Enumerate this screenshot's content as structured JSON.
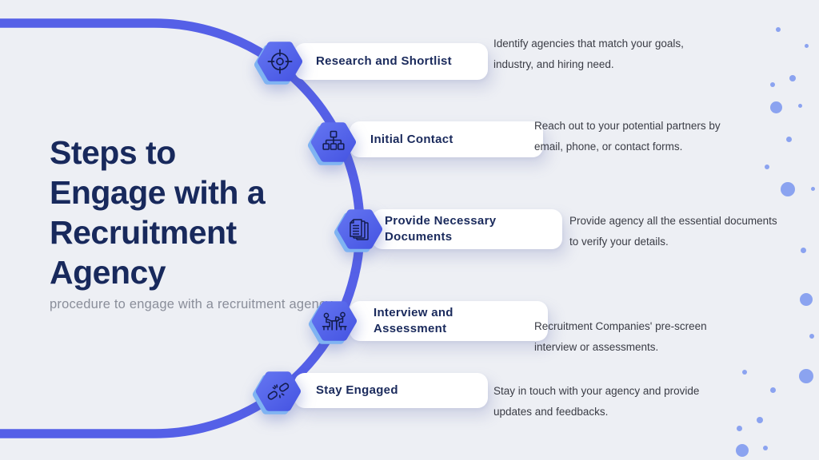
{
  "hero": {
    "title_lines": [
      "Steps to",
      "Engage with a",
      "Recruitment",
      "Agency"
    ],
    "subtitle": "procedure to engage with a recruitment agency"
  },
  "steps": [
    {
      "icon": "target-icon",
      "title_lines": [
        "Research and Shortlist"
      ],
      "desc_lines": [
        "Identify agencies that match your goals,",
        "industry, and hiring need."
      ]
    },
    {
      "icon": "org-chart-icon",
      "title_lines": [
        "Initial Contact"
      ],
      "desc_lines": [
        "Reach out to your potential partners by",
        "email, phone, or contact forms."
      ]
    },
    {
      "icon": "documents-icon",
      "title_lines": [
        "Provide Necessary",
        "Documents"
      ],
      "desc_lines": [
        "Provide agency all the essential documents",
        "to verify your details."
      ]
    },
    {
      "icon": "interview-icon",
      "title_lines": [
        "Interview and",
        "Assessment"
      ],
      "desc_lines": [
        "Recruitment Companies' pre-screen",
        "interview or assessments."
      ]
    },
    {
      "icon": "broken-link-icon",
      "title_lines": [
        "Stay Engaged"
      ],
      "desc_lines": [
        "Stay in touch with your agency and provide",
        "updates and feedbacks."
      ]
    }
  ],
  "colors": {
    "background": "#EDEFF4",
    "curve_blue": "#5560E7",
    "hexagon_blue": "#5362E8",
    "hexagon_accent": "#7FB3F2",
    "title_navy": "#18295C",
    "pill_text_navy": "#1A2A5C",
    "body_text": "#3A3C45",
    "subtitle_gray": "#8A8E9A",
    "dot_blue": "#8BA3F0",
    "pill_background": "#FFFFFF"
  }
}
